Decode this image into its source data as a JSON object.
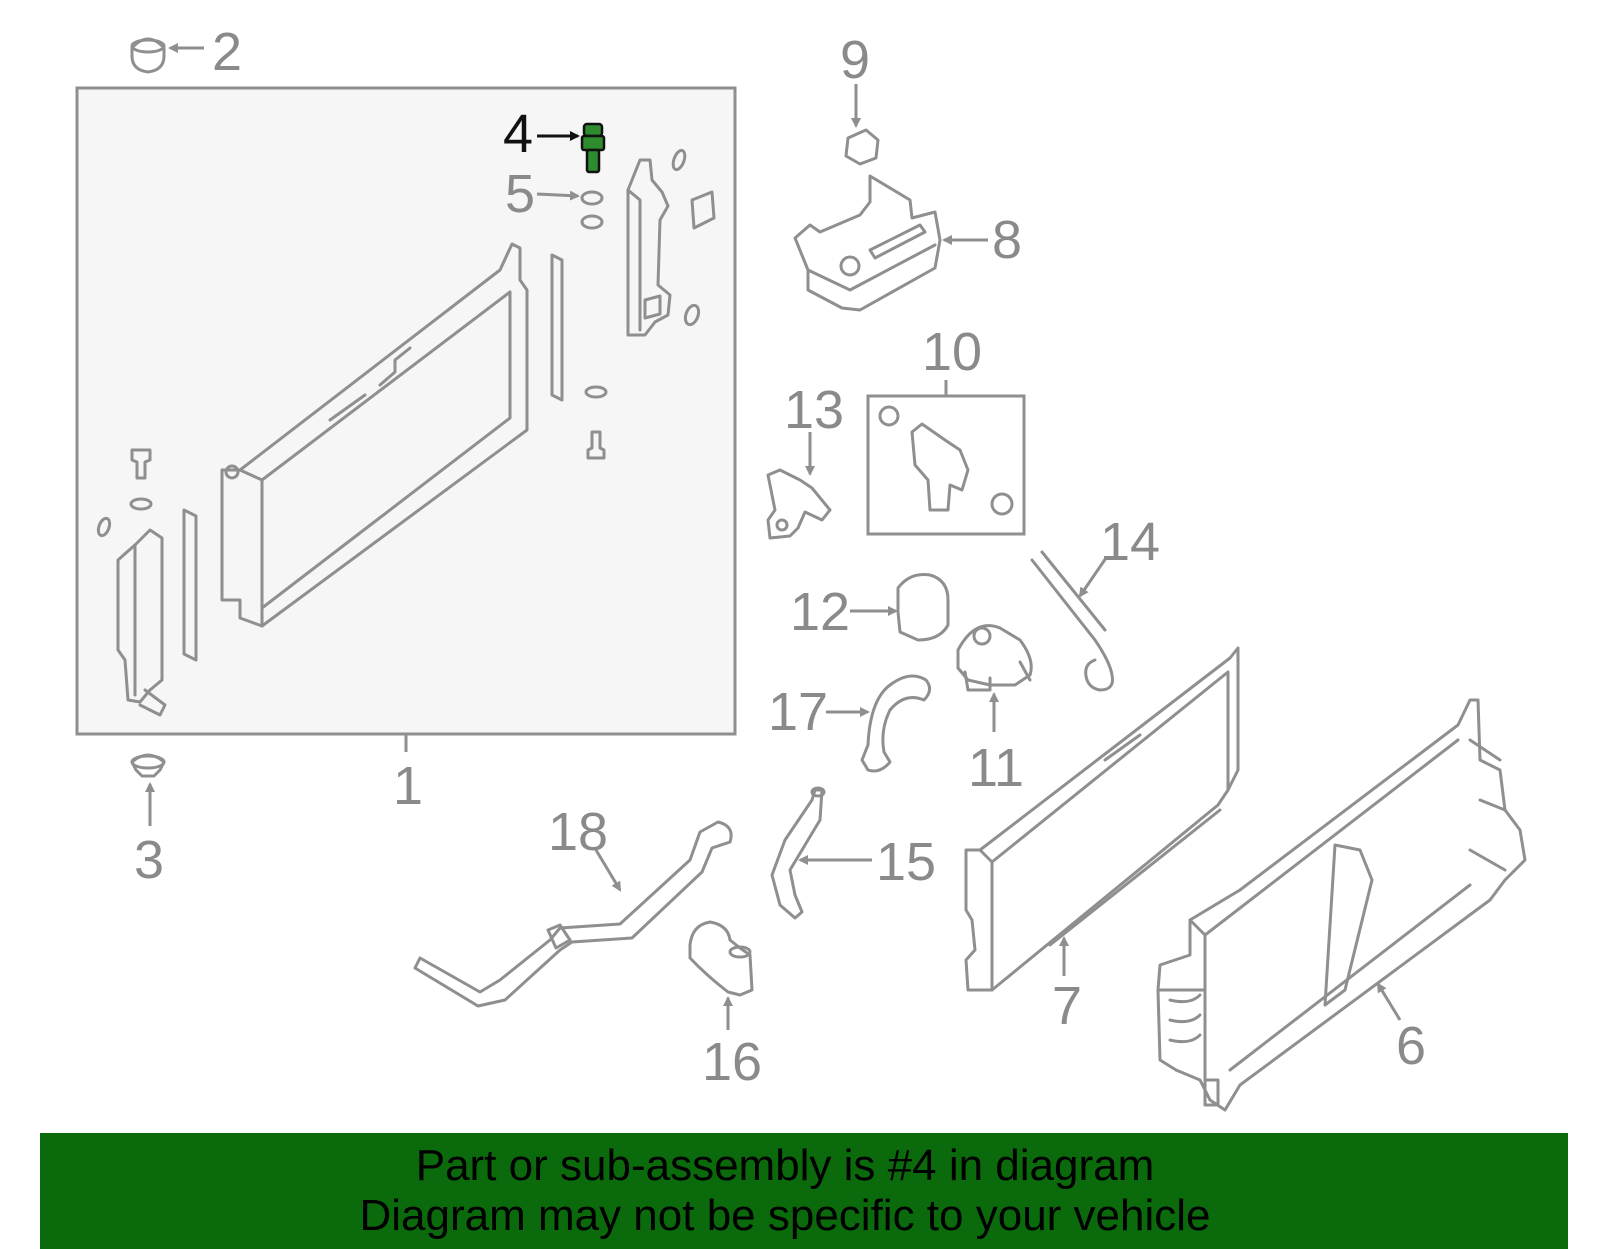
{
  "callouts": {
    "c1": "1",
    "c2": "2",
    "c3": "3",
    "c4": "4",
    "c5": "5",
    "c6": "6",
    "c7": "7",
    "c8": "8",
    "c9": "9",
    "c10": "10",
    "c11": "11",
    "c12": "12",
    "c13": "13",
    "c14": "14",
    "c15": "15",
    "c16": "16",
    "c17": "17",
    "c18": "18"
  },
  "highlighted_part": "4",
  "colors": {
    "line_gray": "#8f8f8f",
    "highlight_green": "#2e8b2e",
    "banner_green": "#0b6a0b"
  },
  "banner": {
    "line1": "Part or sub-assembly is #4 in diagram",
    "line2": "Diagram may not be specific to your vehicle"
  }
}
